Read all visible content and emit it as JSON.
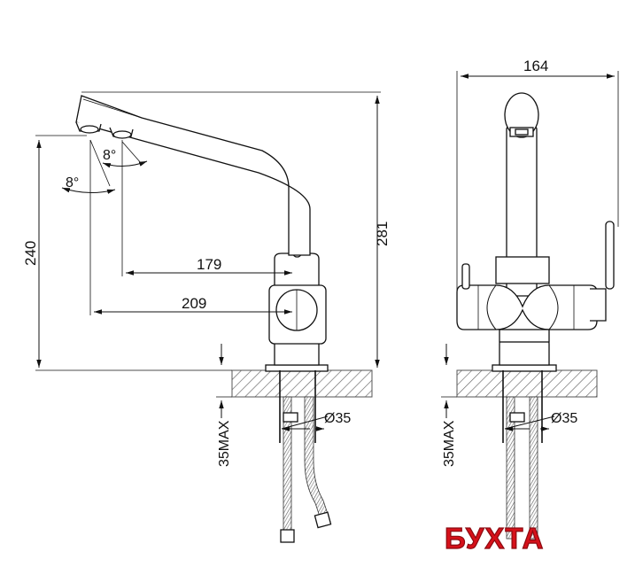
{
  "side_view": {
    "height_dim": "240",
    "total_height_dim": "281",
    "reach_dim_1": "179",
    "reach_dim_2": "209",
    "angle_1": "8°",
    "angle_2": "8°",
    "mount_dim": "35MAX",
    "pipe_dim": "Ø35"
  },
  "front_view": {
    "width_dim": "164",
    "mount_dim": "35MAX",
    "pipe_dim": "Ø35"
  },
  "watermark": {
    "text": "БУХТА",
    "color": "#d6111a"
  }
}
